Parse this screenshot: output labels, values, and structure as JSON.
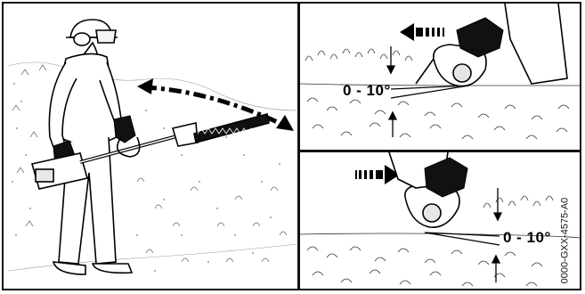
{
  "figure": {
    "angle_top": "0 - 10°",
    "angle_bottom": "0 - 10°",
    "code": "0000-GXX-4575-A0"
  },
  "icons": {
    "motion_arc": "double-headed-arrow-icon",
    "direction_left": "dashed-arrow-left-icon",
    "direction_right": "dashed-arrow-right-icon"
  }
}
